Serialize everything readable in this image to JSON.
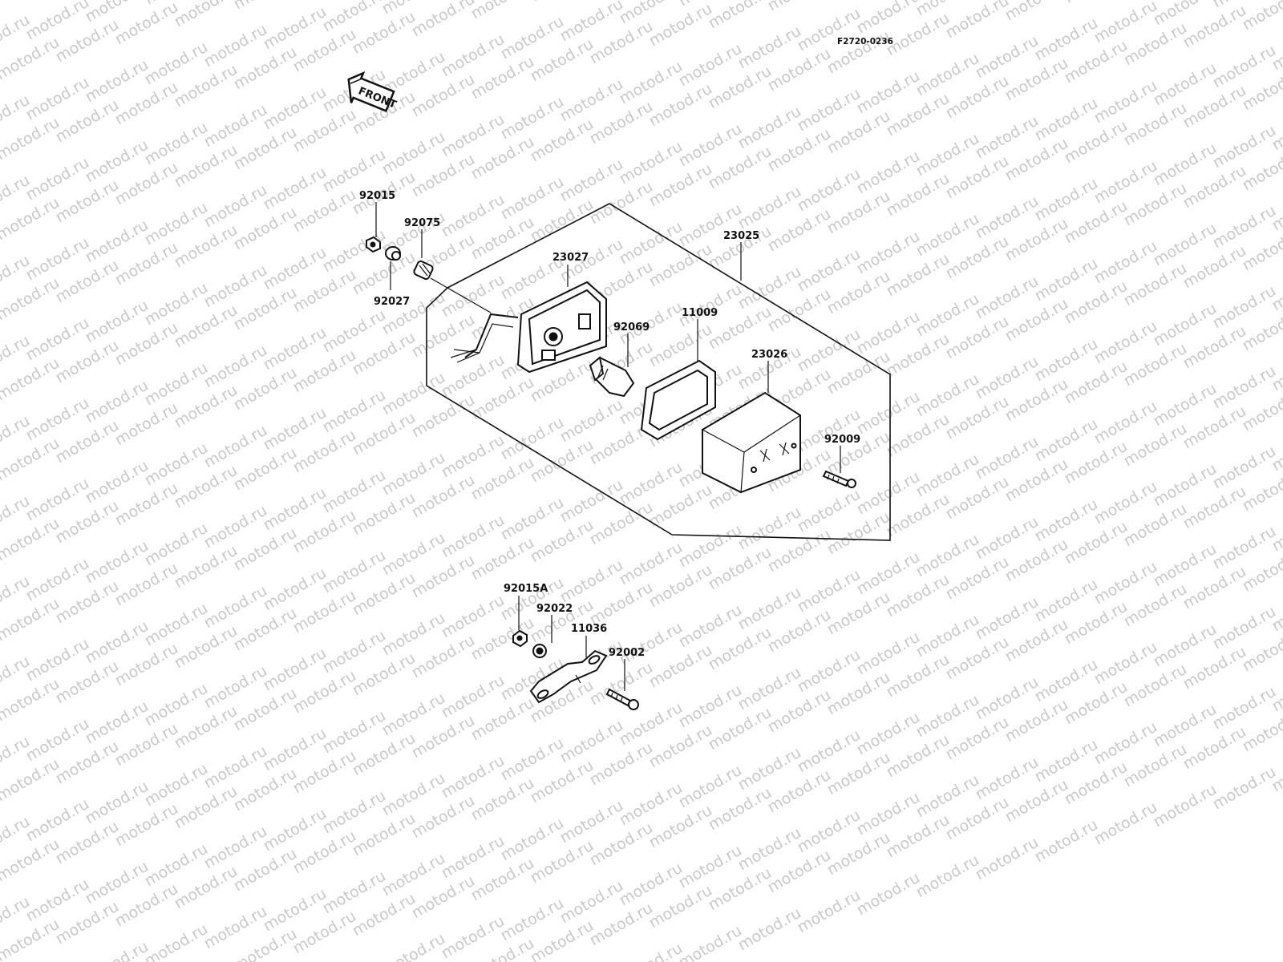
{
  "diagram": {
    "code": "F2720-0236",
    "front_label": "FRONT",
    "watermark": "motod.ru",
    "part_numbers": {
      "p92015": "92015",
      "p92075": "92075",
      "p92027": "92027",
      "p23027": "23027",
      "p23025": "23025",
      "p11009": "11009",
      "p92069": "92069",
      "p23026": "23026",
      "p92009": "92009",
      "p92015A": "92015A",
      "p92022": "92022",
      "p11036": "11036",
      "p92002": "92002"
    }
  }
}
